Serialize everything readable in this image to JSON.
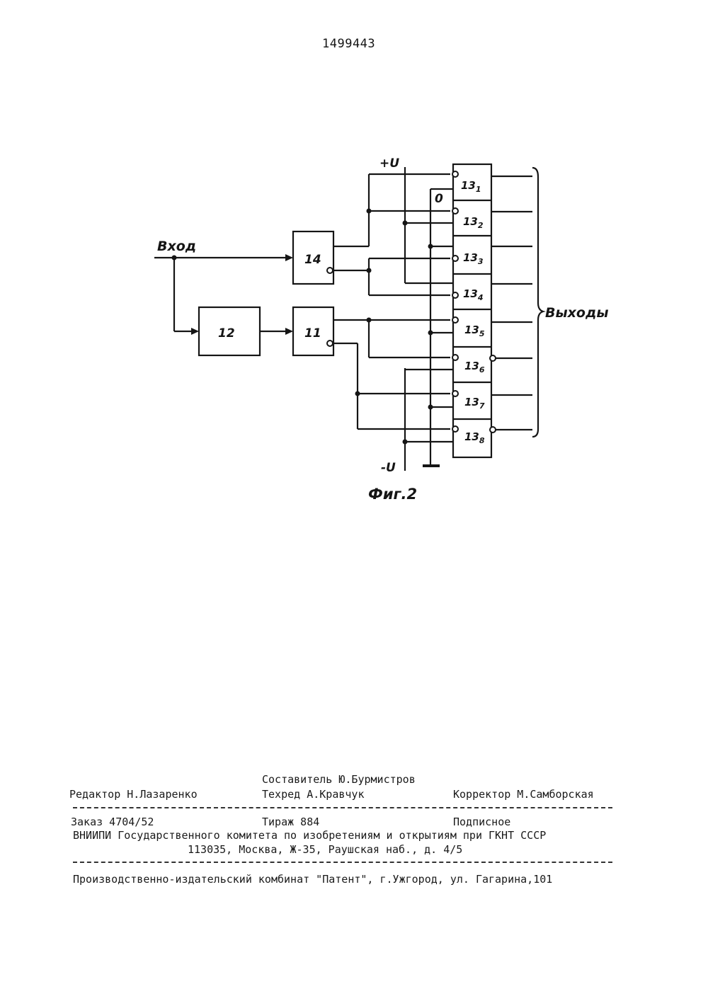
{
  "header": {
    "patent_number": "1499443"
  },
  "figure": {
    "caption": "Фиг.2",
    "input_label": "Вход",
    "outputs_label": "Выходы",
    "plus_supply": "+U",
    "minus_supply": "-U",
    "zero_label": "0",
    "blocks": [
      {
        "id": "14",
        "label": "14"
      },
      {
        "id": "12",
        "label": "12"
      },
      {
        "id": "11",
        "label": "11"
      }
    ],
    "switches": [
      {
        "base": "13",
        "sub": "1"
      },
      {
        "base": "13",
        "sub": "2"
      },
      {
        "base": "13",
        "sub": "3"
      },
      {
        "base": "13",
        "sub": "4"
      },
      {
        "base": "13",
        "sub": "5"
      },
      {
        "base": "13",
        "sub": "6"
      },
      {
        "base": "13",
        "sub": "7"
      },
      {
        "base": "13",
        "sub": "8"
      }
    ]
  },
  "imprint": {
    "composer": "Составитель Ю.Бурмистров",
    "editor": "Редактор Н.Лазаренко",
    "techred": "Техред  А.Кравчук",
    "corrector": "Корректор М.Самборская",
    "order": "Заказ 4704/52",
    "circulation": "Тираж 884",
    "subscription": "Подписное",
    "vniipi": "ВНИИПИ Государственного комитета по изобретениям и открытиям при ГКНТ СССР",
    "address": "113035, Москва, Ж-35, Раушская наб., д. 4/5",
    "printer": "Производственно-издательский комбинат \"Патент\", г.Ужгород, ул. Гагарина,101"
  }
}
